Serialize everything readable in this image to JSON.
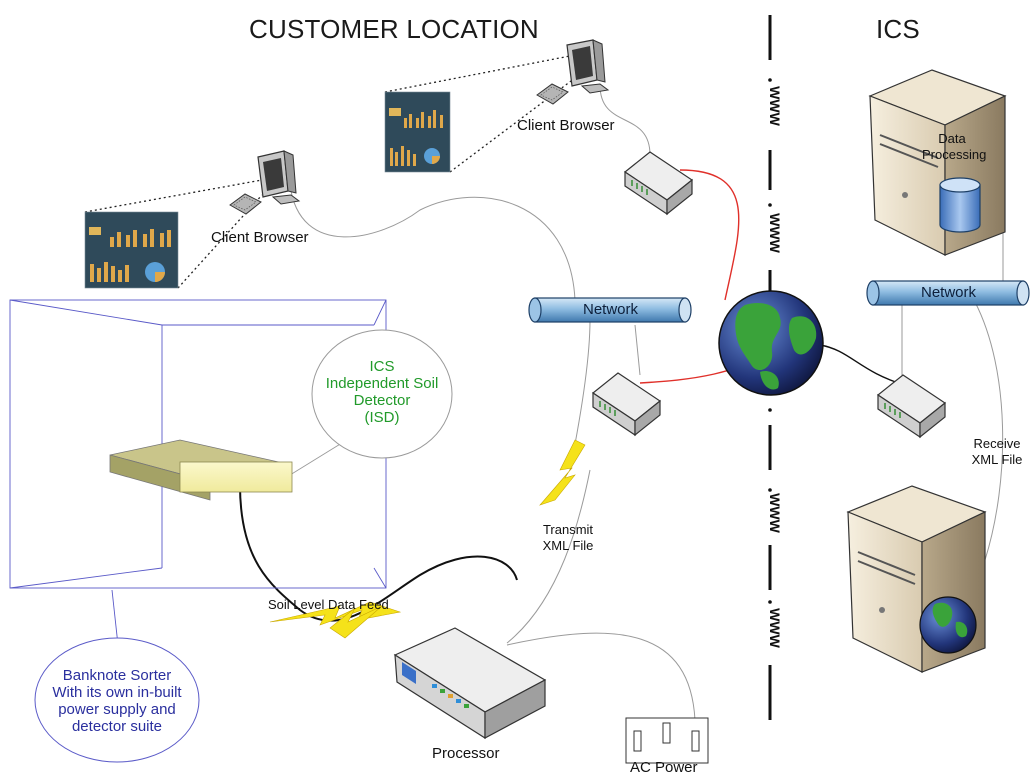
{
  "headers": {
    "customer_location": "CUSTOMER LOCATION",
    "ics": "ICS"
  },
  "labels": {
    "client_browser_top": "Client Browser",
    "client_browser_left": "Client Browser",
    "network_left": "Network",
    "network_right": "Network",
    "data_processing": [
      "Data",
      "Processing"
    ],
    "isd_callout": [
      "ICS",
      "Independent Soil",
      "Detector",
      "(ISD)"
    ],
    "transmit": [
      "Transmit",
      "XML File"
    ],
    "receive": [
      "Receive",
      "XML File"
    ],
    "soil_feed": "Soil Level Data Feed",
    "processor": "Processor",
    "ac_power": "AC Power",
    "sorter_callout": [
      "Banknote Sorter",
      "With its own in-built",
      "power supply and",
      "detector suite"
    ]
  },
  "divider_marks": [
    "WWW",
    "WWW",
    "WWW",
    "WWW"
  ],
  "icons": [
    "monitor-icon",
    "keyboard-icon",
    "dashboard-screenshot",
    "router-icon",
    "globe-icon",
    "server-icon",
    "database-icon",
    "processor-unit-icon",
    "lightning-icon",
    "power-socket-icon"
  ],
  "colors": {
    "network_pipe": "#7fb0d8",
    "red_link": "#e0302a",
    "lightning": "#f5e21a",
    "sorter_text": "#2a2f9e",
    "isd_text": "#219a2a",
    "sensor_box": "#f6f2b8",
    "callout_outline": "#5a5ac8"
  }
}
